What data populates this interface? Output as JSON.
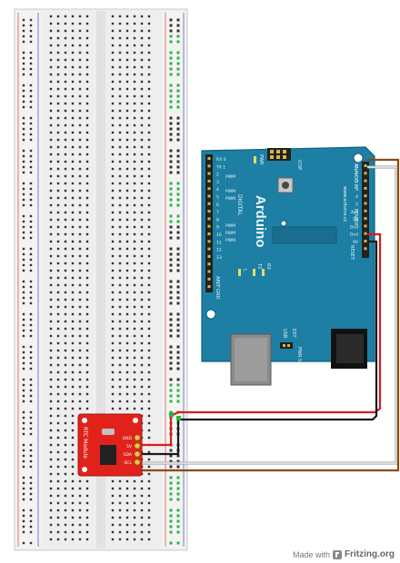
{
  "board": {
    "brand": "Arduino",
    "website": "www.arduino.cc",
    "icsp_label": "ICSP",
    "digital_label": "DIGITAL",
    "power_label": "POWER",
    "analog_label": "ANALOG IN",
    "aref_label": "AREF",
    "gnd_label": "GND",
    "reset_label": "RESET",
    "pwm_labels": [
      "PWM",
      "PWM",
      "PWM",
      "PWM",
      "PWM",
      "PWM"
    ],
    "tx_label": "TX",
    "rx_label": "RX",
    "l_label": "L",
    "pwr_label": "PWR",
    "usb_label": "USB",
    "ext_label": "EXT",
    "pwr_sel_label": "PWR SEL",
    "power_pins": [
      "3V3",
      "5V",
      "Gnd",
      "Gnd",
      "9V"
    ],
    "analog_pins": [
      "0",
      "1",
      "2",
      "3",
      "4",
      "5"
    ],
    "digital_pins": [
      "RX 0",
      "TX 1",
      "2",
      "3",
      "4",
      "5",
      "6",
      "7",
      "8",
      "9",
      "10",
      "11",
      "12",
      "13"
    ],
    "colors": {
      "pcb": "#1d7fa3",
      "pcb_dark": "#0f5f80",
      "silk": "#e8f6fb"
    }
  },
  "rtc": {
    "title": "RTC Module",
    "pins": [
      "GND",
      "5V",
      "SDA",
      "SCL"
    ],
    "colors": {
      "pcb": "#e1221b"
    }
  },
  "wires": {
    "colors": {
      "red": "#d81b1b",
      "black": "#1a1a1a",
      "brown": "#8a4b12",
      "gray": "#9a9a9a",
      "white": "#ffffff"
    }
  },
  "footer": {
    "made_with": "Made with",
    "brand": "Fritzing.org"
  }
}
